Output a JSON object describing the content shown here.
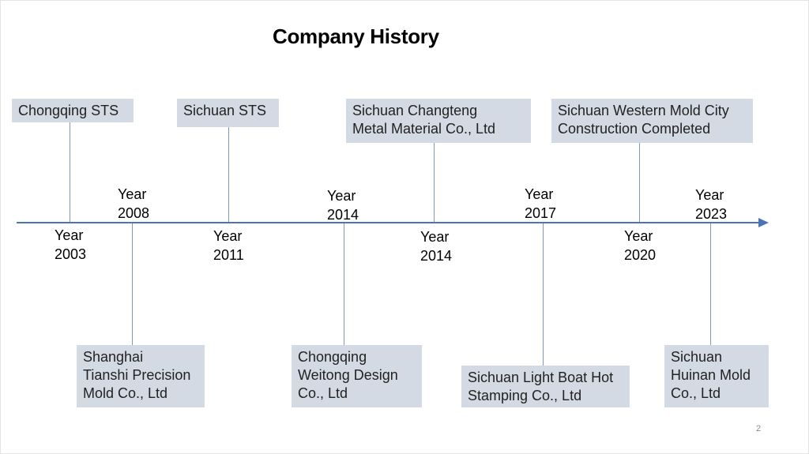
{
  "title": "Company History",
  "page_number": "2",
  "events": [
    {
      "company": "Chongqing STS",
      "year_label": "Year",
      "year": "2003"
    },
    {
      "company": "Shanghai\nTianshi Precision\nMold Co., Ltd",
      "year_label": "Year",
      "year": "2008"
    },
    {
      "company": "Sichuan STS",
      "year_label": "Year",
      "year": "2011"
    },
    {
      "company": "Chongqing\nWeitong Design\nCo., Ltd",
      "year_label": "Year",
      "year": "2014"
    },
    {
      "company": "Sichuan Changteng\nMetal Material Co., Ltd",
      "year_label": "Year",
      "year": "2014"
    },
    {
      "company": "Sichuan Light Boat Hot\nStamping Co., Ltd",
      "year_label": "Year",
      "year": "2017"
    },
    {
      "company": "Sichuan Western Mold City\nConstruction Completed",
      "year_label": "Year",
      "year": "2020"
    },
    {
      "company": "Sichuan\nHuinan Mold\nCo., Ltd",
      "year_label": "Year",
      "year": "2023"
    }
  ],
  "colors": {
    "axis": "#4a74b4",
    "box": "#d3dae3",
    "connector": "#7f9ab8"
  }
}
